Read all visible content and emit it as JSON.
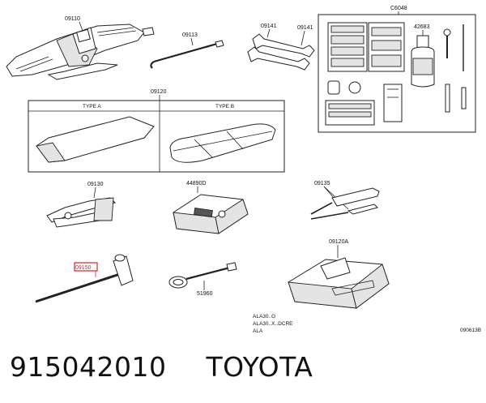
{
  "labels": {
    "jack": "09110",
    "handle_rod": "09113",
    "wrench_a": "09141",
    "wrench_b": "09141",
    "kit_case": "C6048",
    "bottle": "42683",
    "tool_bag": "09120",
    "type_a": "TYPE A",
    "type_b": "TYPE B",
    "pliers": "09130",
    "compressor": "44890D",
    "screwdriver": "09135",
    "lug_wrench": "09150",
    "eye_bolt": "51960",
    "box_tool": "09120A"
  },
  "notes": [
    "ALA30..G",
    "ALA30..X..DCRE",
    "ALA"
  ],
  "figure_code": "090613B",
  "footer": {
    "part_number": "915042010",
    "brand": "TOYOTA"
  },
  "colors": {
    "highlight": "#e0202a",
    "line": "#222222"
  }
}
